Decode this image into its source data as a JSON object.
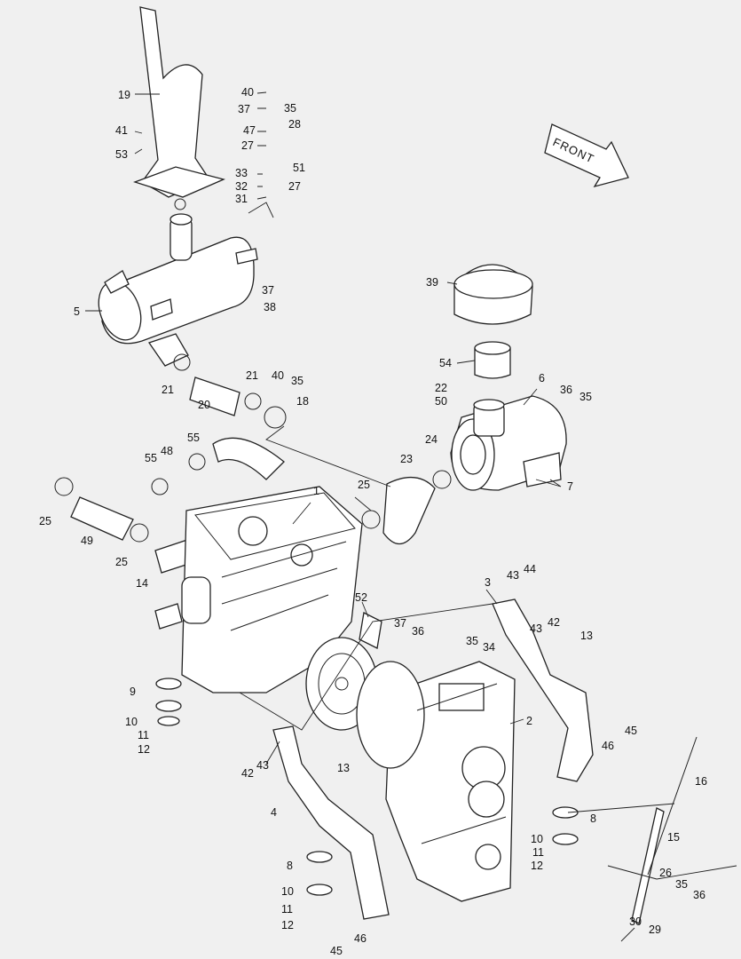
{
  "diagram": {
    "front_label": "FRONT",
    "callouts": [
      {
        "id": "c19",
        "text": "19"
      },
      {
        "id": "c41",
        "text": "41"
      },
      {
        "id": "c53",
        "text": "53"
      },
      {
        "id": "c40a",
        "text": "40"
      },
      {
        "id": "c37a",
        "text": "37"
      },
      {
        "id": "c35a",
        "text": "35"
      },
      {
        "id": "c28",
        "text": "28"
      },
      {
        "id": "c47",
        "text": "47"
      },
      {
        "id": "c27a",
        "text": "27"
      },
      {
        "id": "c51",
        "text": "51"
      },
      {
        "id": "c33",
        "text": "33"
      },
      {
        "id": "c32",
        "text": "32"
      },
      {
        "id": "c27b",
        "text": "27"
      },
      {
        "id": "c31",
        "text": "31"
      },
      {
        "id": "c37b",
        "text": "37"
      },
      {
        "id": "c38",
        "text": "38"
      },
      {
        "id": "c5",
        "text": "5"
      },
      {
        "id": "c39",
        "text": "39"
      },
      {
        "id": "c54",
        "text": "54"
      },
      {
        "id": "c6",
        "text": "6"
      },
      {
        "id": "c36a",
        "text": "36"
      },
      {
        "id": "c35b",
        "text": "35"
      },
      {
        "id": "c22",
        "text": "22"
      },
      {
        "id": "c50",
        "text": "50"
      },
      {
        "id": "c21a",
        "text": "21"
      },
      {
        "id": "c20",
        "text": "20"
      },
      {
        "id": "c21b",
        "text": "21"
      },
      {
        "id": "c40b",
        "text": "40"
      },
      {
        "id": "c35c",
        "text": "35"
      },
      {
        "id": "c18",
        "text": "18"
      },
      {
        "id": "c24",
        "text": "24"
      },
      {
        "id": "c23",
        "text": "23"
      },
      {
        "id": "c7",
        "text": "7"
      },
      {
        "id": "c55a",
        "text": "55"
      },
      {
        "id": "c48",
        "text": "48"
      },
      {
        "id": "c55b",
        "text": "55"
      },
      {
        "id": "c1",
        "text": "1"
      },
      {
        "id": "c25a",
        "text": "25"
      },
      {
        "id": "c25b",
        "text": "25"
      },
      {
        "id": "c49",
        "text": "49"
      },
      {
        "id": "c25c",
        "text": "25"
      },
      {
        "id": "c3",
        "text": "3"
      },
      {
        "id": "c43a",
        "text": "43"
      },
      {
        "id": "c44",
        "text": "44"
      },
      {
        "id": "c43b",
        "text": "43"
      },
      {
        "id": "c42a",
        "text": "42"
      },
      {
        "id": "c14",
        "text": "14"
      },
      {
        "id": "c52",
        "text": "52"
      },
      {
        "id": "c37c",
        "text": "37"
      },
      {
        "id": "c36b",
        "text": "36"
      },
      {
        "id": "c35d",
        "text": "35"
      },
      {
        "id": "c34",
        "text": "34"
      },
      {
        "id": "c13a",
        "text": "13"
      },
      {
        "id": "c9",
        "text": "9"
      },
      {
        "id": "c10a",
        "text": "10"
      },
      {
        "id": "c11a",
        "text": "11"
      },
      {
        "id": "c12a",
        "text": "12"
      },
      {
        "id": "c2",
        "text": "2"
      },
      {
        "id": "c46a",
        "text": "46"
      },
      {
        "id": "c45a",
        "text": "45"
      },
      {
        "id": "c43c",
        "text": "43"
      },
      {
        "id": "c42b",
        "text": "42"
      },
      {
        "id": "c13b",
        "text": "13"
      },
      {
        "id": "c16",
        "text": "16"
      },
      {
        "id": "c4",
        "text": "4"
      },
      {
        "id": "c8a",
        "text": "8"
      },
      {
        "id": "c15",
        "text": "15"
      },
      {
        "id": "c10b",
        "text": "10"
      },
      {
        "id": "c11b",
        "text": "11"
      },
      {
        "id": "c12b",
        "text": "12"
      },
      {
        "id": "c8b",
        "text": "8"
      },
      {
        "id": "c10c",
        "text": "10"
      },
      {
        "id": "c11c",
        "text": "11"
      },
      {
        "id": "c12c",
        "text": "12"
      },
      {
        "id": "c26",
        "text": "26"
      },
      {
        "id": "c35e",
        "text": "35"
      },
      {
        "id": "c36c",
        "text": "36"
      },
      {
        "id": "c45b",
        "text": "45"
      },
      {
        "id": "c46b",
        "text": "46"
      },
      {
        "id": "c30",
        "text": "30"
      },
      {
        "id": "c29",
        "text": "29"
      }
    ]
  }
}
